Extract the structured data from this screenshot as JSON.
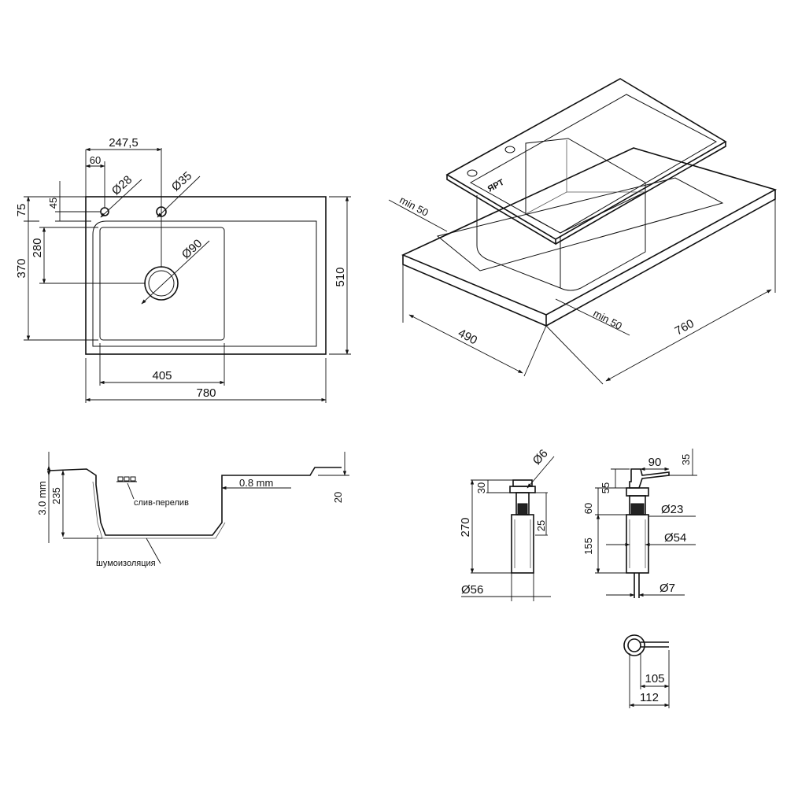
{
  "top_view": {
    "width_total": "780",
    "bowl_width": "405",
    "drain_offset": "247,5",
    "hole_offset": "60",
    "hole_small": "Ø28",
    "hole_large": "Ø35",
    "drain_diameter": "Ø90",
    "depth_total": "510",
    "bowl_depth": "370",
    "drain_depth": "280",
    "hole_depth_1": "75",
    "hole_depth_2": "45"
  },
  "iso_view": {
    "min_left": "min 50",
    "min_right": "min 50",
    "depth": "490",
    "width": "760",
    "brand": "ЯРТ"
  },
  "section_view": {
    "thickness": "3.0 mm",
    "bowl_depth": "235",
    "rim_height": "20",
    "wall": "0.8 mm",
    "overflow_label": "слив-перелив",
    "insulation_label": "шумоизоляция"
  },
  "drain_part": {
    "cap_diameter": "Ø6",
    "top_height": "30",
    "total_height": "270",
    "flange": "25",
    "body_diameter": "Ø56"
  },
  "dispenser": {
    "spout_reach": "90",
    "spout_height": "35",
    "head_height": "55",
    "neck_height": "60",
    "bottle_height": "155",
    "head_diameter": "Ø23",
    "bottle_diameter": "Ø54",
    "tube_diameter": "Ø7",
    "plan_inner": "105",
    "plan_outer": "112"
  }
}
